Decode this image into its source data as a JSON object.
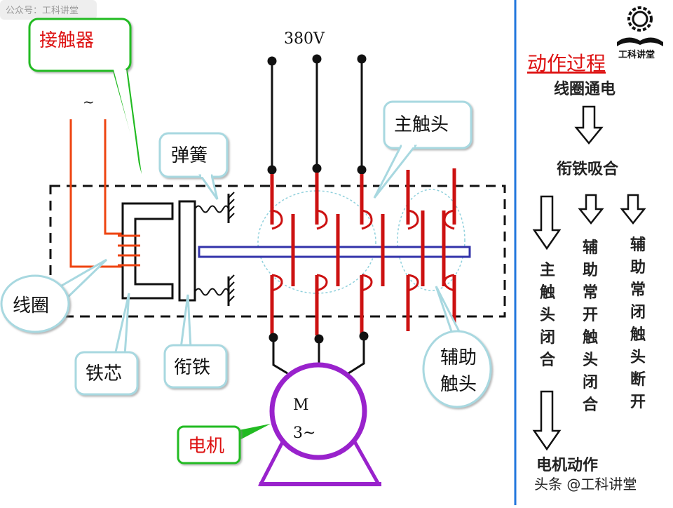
{
  "watermark_top": "公众号：工科讲堂",
  "watermark_bottom": "头条 @工科讲堂",
  "logo_text": "工科讲堂",
  "voltage_label": "380V",
  "tilde": "~",
  "callouts": {
    "contactor": "接触器",
    "spring": "弹簧",
    "main_contacts": "主触头",
    "coil": "线圈",
    "iron_core": "铁芯",
    "armature": "衔铁",
    "aux_line1": "辅助",
    "aux_line2": "触头",
    "motor": "电机"
  },
  "motor_symbol": {
    "line1": "M",
    "line2": "3~"
  },
  "process": {
    "title": "动作过程",
    "step1": "线圈通电",
    "step2": "衔铁吸合",
    "branch_main": [
      "主",
      "触",
      "头",
      "闭",
      "合"
    ],
    "branch_no": [
      "辅",
      "助",
      "常",
      "开",
      "触",
      "头",
      "闭",
      "合"
    ],
    "branch_nc": [
      "辅",
      "助",
      "常",
      "闭",
      "触",
      "头",
      "断",
      "开"
    ],
    "final": "电机动作"
  },
  "colors": {
    "callout_border": "#a8d8e0",
    "contactor_border": "#22bb22",
    "contact_red": "#cc1111",
    "coil_orange": "#ee4411",
    "motor_purple": "#9922cc",
    "rod_blue": "#3333aa",
    "divider_blue": "#2277dd",
    "title_red": "#dd1111"
  }
}
